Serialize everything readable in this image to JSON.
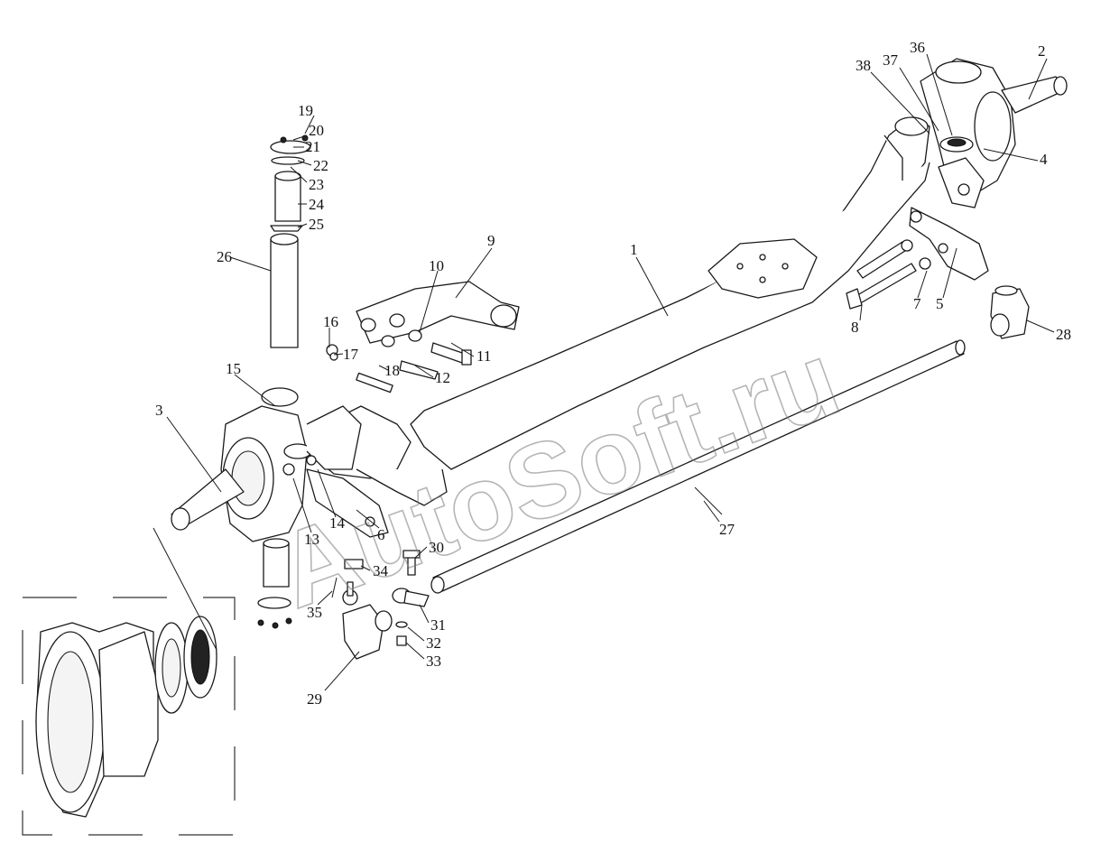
{
  "watermark": "AutoSoft.ru",
  "callouts": {
    "c1": "1",
    "c2": "2",
    "c3": "3",
    "c4": "4",
    "c5": "5",
    "c6": "6",
    "c7": "7",
    "c8": "8",
    "c9": "9",
    "c10": "10",
    "c11": "11",
    "c12": "12",
    "c13": "13",
    "c14": "14",
    "c15": "15",
    "c16": "16",
    "c17": "17",
    "c18": "18",
    "c19": "19",
    "c20": "20",
    "c21": "21",
    "c22": "22",
    "c23": "23",
    "c24": "24",
    "c25": "25",
    "c26": "26",
    "c27": "27",
    "c28": "28",
    "c29": "29",
    "c30": "30",
    "c31": "31",
    "c32": "32",
    "c33": "33",
    "c34": "34",
    "c35": "35",
    "c36": "36",
    "c37": "37",
    "c38": "38"
  }
}
